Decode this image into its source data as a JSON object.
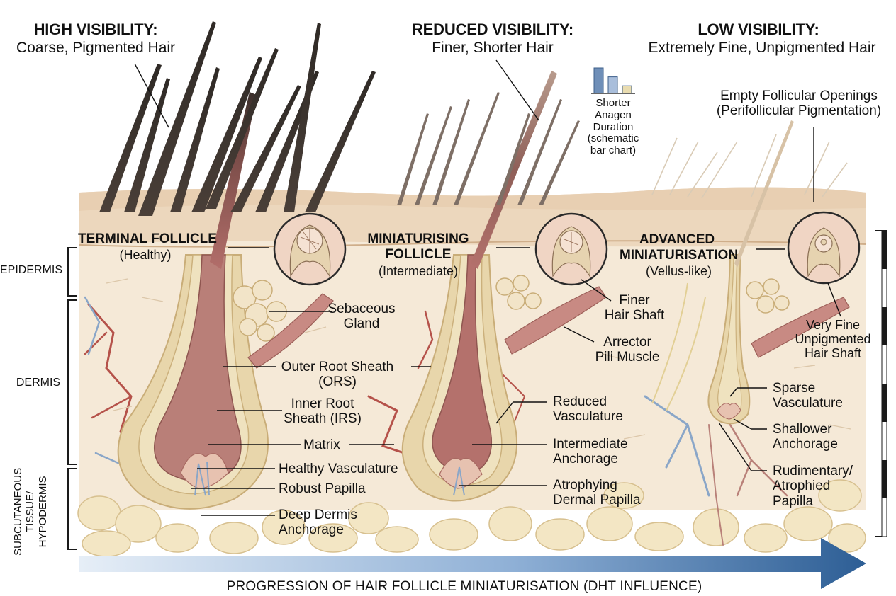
{
  "headers": [
    {
      "title": "HIGH VISIBILITY:",
      "subtitle": "Coarse, Pigmented Hair"
    },
    {
      "title": "REDUCED VISIBILITY:",
      "subtitle": "Finer, Shorter Hair"
    },
    {
      "title": "LOW VISIBILITY:",
      "subtitle": "Extremely Fine, Unpigmented Hair"
    }
  ],
  "follicles": [
    {
      "name": "TERMINAL FOLLICLE",
      "state": "(Healthy)"
    },
    {
      "name_line1": "MINIATURISING",
      "name_line2": "FOLLICLE",
      "state": "(Intermediate)"
    },
    {
      "name_line1": "ADVANCED",
      "name_line2": "MINIATURISATION",
      "state": "(Vellus-like)"
    }
  ],
  "layers": {
    "epidermis": "EPIDERMIS",
    "dermis": "DERMIS",
    "hypodermis_1": "SUBCUTANEOUS",
    "hypodermis_2": "TISSUE/",
    "hypodermis_3": "HYPODERMIS"
  },
  "labels": {
    "sebaceous_1": "Sebaceous",
    "sebaceous_2": "Gland",
    "ors_1": "Outer Root Sheath",
    "ors_2": "(ORS)",
    "irs_1": "Inner Root",
    "irs_2": "Sheath (IRS)",
    "matrix": "Matrix",
    "healthy_vasc": "Healthy Vasculature",
    "robust_papilla": "Robust Papilla",
    "deep_1": "Deep Dermis",
    "deep_2": "Anchorage",
    "finer_1": "Finer",
    "finer_2": "Hair Shaft",
    "arrector_1": "Arrector",
    "arrector_2": "Pili Muscle",
    "reduced_1": "Reduced",
    "reduced_2": "Vasculature",
    "inter_1": "Intermediate",
    "inter_2": "Anchorage",
    "atroph_1": "Atrophying",
    "atroph_2": "Dermal Papilla",
    "empty_1": "Empty Follicular Openings",
    "empty_2": "(Perifollicular Pigmentation)",
    "vfine_1": "Very Fine",
    "vfine_2": "Unpigmented",
    "vfine_3": "Hair Shaft",
    "sparse_1": "Sparse",
    "sparse_2": "Vasculature",
    "shallow_1": "Shallower",
    "shallow_2": "Anchorage",
    "rud_1": "Rudimentary/",
    "rud_2": "Atrophied",
    "rud_3": "Papilla"
  },
  "anagen_chart": {
    "caption_1": "Shorter",
    "caption_2": "Anagen",
    "caption_3": "Duration",
    "caption_4": "(schematic",
    "caption_5": "bar chart)",
    "relative_values": [
      1.0,
      0.65,
      0.3
    ],
    "colors": [
      "#6f8fb8",
      "#a9bedb",
      "#e9dcb0"
    ]
  },
  "progression": "PROGRESSION OF HAIR FOLLICLE MINIATURISATION (DHT INFLUENCE)",
  "colors": {
    "skin": "#f1e3cd",
    "dermis": "#f4e8d6",
    "shaft": "#b97f78",
    "sheath": "#e6d3a6",
    "fat": "#f3e6c4",
    "vessel_red": "#b5524a",
    "vessel_blue": "#8aa6c8",
    "arrow": "#2d5e95"
  }
}
